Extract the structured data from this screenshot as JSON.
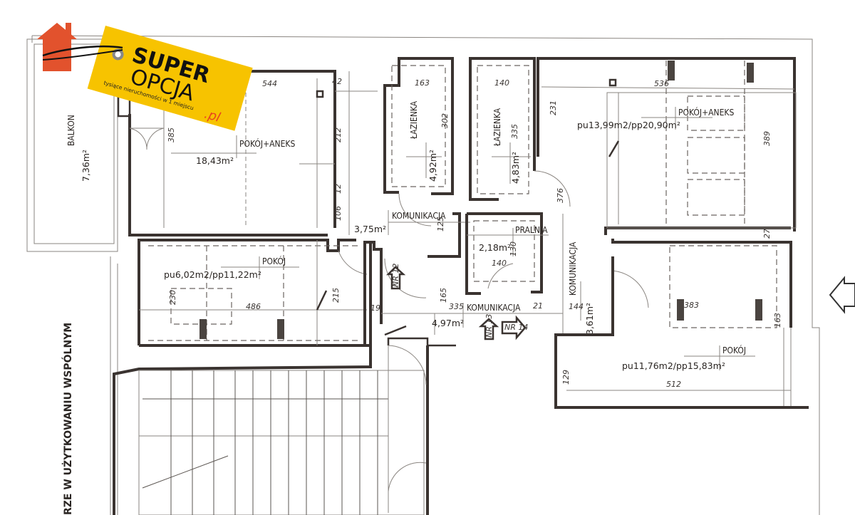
{
  "logo": {
    "word1": "SUPER",
    "word2": "OPCJA",
    "domain": ".pl",
    "tagline": "tysiące nieruchomości w 1 miejscu",
    "tag_color": "#f7c300",
    "house_color": "#e2522d"
  },
  "rooms": {
    "balkon": {
      "name": "BALKON",
      "area": "7,36m²"
    },
    "living1": {
      "name": "POKÓJ+ANEKS",
      "area": "18,43m²"
    },
    "room_left": {
      "name": "POKÓJ",
      "area": "pu6,02m2/pp11,22m²"
    },
    "bath1": {
      "name": "ŁAZIENKA",
      "area": "4,92m²"
    },
    "bath2": {
      "name": "ŁAZIENKA",
      "area": "4,83m²"
    },
    "living2": {
      "name": "POKÓJ+ANEKS",
      "area": "pu13,99m2/pp20,90m²"
    },
    "corridor1": {
      "name": "KOMUNIKACJA",
      "area": "3,75m²"
    },
    "laundry": {
      "name": "PRALNIA",
      "area": "2,18m²"
    },
    "corridor2": {
      "name": "KOMUNIKACJA",
      "area": "4,97m²"
    },
    "corridor3": {
      "name": "KOMUNIKACJA",
      "area": "3,61m²"
    },
    "room_right": {
      "name": "POKÓJ",
      "area": "pu11,76m2/pp15,83m²"
    }
  },
  "entrances": [
    "NR 12",
    "NR 13",
    "NR 14"
  ],
  "dimensions": {
    "d544": "544",
    "d42": "42",
    "d385": "385",
    "d212": "212",
    "d12": "12",
    "d106": "106",
    "d163": "163",
    "d302": "302",
    "d140a": "140",
    "d335a": "335",
    "d231": "231",
    "d536": "536",
    "d389": "389",
    "d27": "27",
    "d125": "125",
    "d486": "486",
    "d230": "230",
    "d215": "215",
    "d19a": "19",
    "d165": "165",
    "d335b": "335",
    "d140b": "140",
    "d130": "130",
    "d376": "376",
    "d21": "21",
    "d144": "144",
    "d383": "383",
    "d163b": "163",
    "d129": "129",
    "d512": "512"
  },
  "side_note": "RZE W UŻYTKOWANIU WSPÓLNYM"
}
